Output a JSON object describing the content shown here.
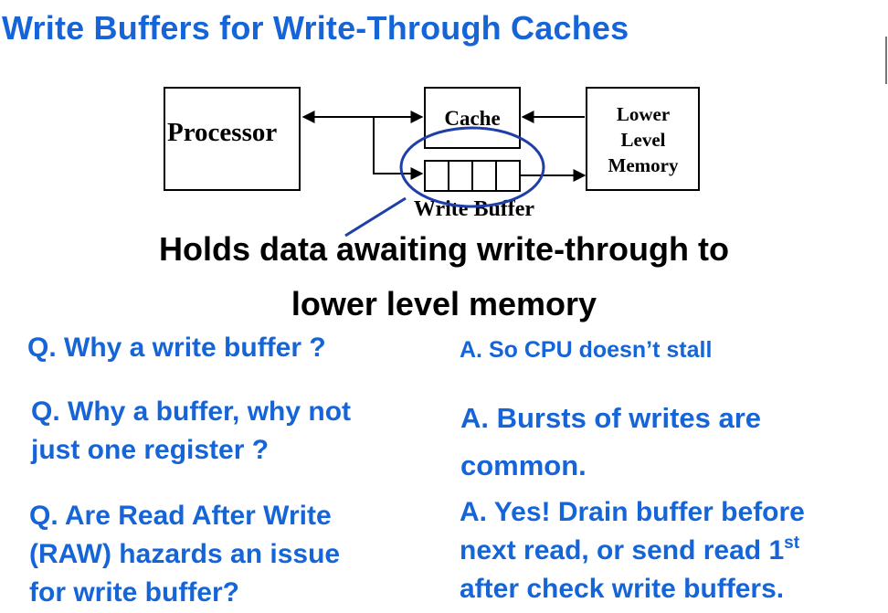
{
  "title": "Write Buffers for Write-Through Caches",
  "diagram": {
    "processor_label": "Processor",
    "cache_label": "Cache",
    "lower_level_memory_label": [
      "Lower",
      "Level",
      "Memory"
    ],
    "write_buffer_label": "Write Buffer",
    "write_buffer_slots": 4
  },
  "headline": [
    "Holds data awaiting write-through to",
    "lower level memory"
  ],
  "qa": [
    {
      "question": [
        "Q. Why a write buffer ?"
      ],
      "answer": [
        "A. So CPU doesn’t stall"
      ]
    },
    {
      "question": [
        "Q. Why a buffer, why not",
        "just one register ?"
      ],
      "answer": [
        "A. Bursts of writes are",
        "common."
      ]
    },
    {
      "question": [
        "Q. Are Read After Write",
        "(RAW) hazards an issue",
        "for write buffer?"
      ],
      "answer": [
        "A. Yes!  Drain buffer before",
        "next read, or send read 1",
        "after check write buffers."
      ],
      "answer_superscript": "st"
    }
  ],
  "colors": {
    "title": "#1565d8",
    "text": "#000000",
    "highlight_ellipse": "#1f3fa8"
  }
}
